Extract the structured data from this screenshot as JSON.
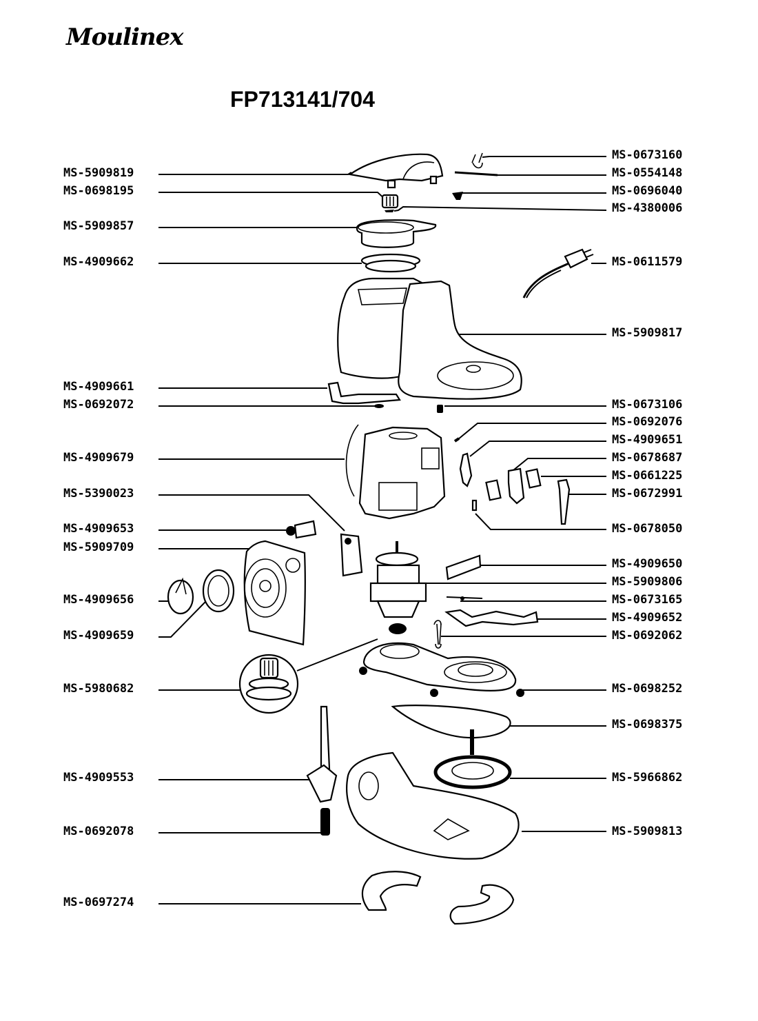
{
  "header": {
    "brand": "Moulinex",
    "model": "FP713141/704"
  },
  "parts_left": [
    {
      "id": "MS-5909819"
    },
    {
      "id": "MS-0698195"
    },
    {
      "id": "MS-5909857"
    },
    {
      "id": "MS-4909662"
    },
    {
      "id": "MS-4909661"
    },
    {
      "id": "MS-0692072"
    },
    {
      "id": "MS-4909679"
    },
    {
      "id": "MS-5390023"
    },
    {
      "id": "MS-4909653"
    },
    {
      "id": "MS-5909709"
    },
    {
      "id": "MS-4909656"
    },
    {
      "id": "MS-4909659"
    },
    {
      "id": "MS-5980682"
    },
    {
      "id": "MS-4909553"
    },
    {
      "id": "MS-0692078"
    },
    {
      "id": "MS-0697274"
    }
  ],
  "parts_right": [
    {
      "id": "MS-0673160"
    },
    {
      "id": "MS-0554148"
    },
    {
      "id": "MS-0696040"
    },
    {
      "id": "MS-4380006"
    },
    {
      "id": "MS-0611579"
    },
    {
      "id": "MS-5909817"
    },
    {
      "id": "MS-0673106"
    },
    {
      "id": "MS-0692076"
    },
    {
      "id": "MS-4909651"
    },
    {
      "id": "MS-0678687"
    },
    {
      "id": "MS-0661225"
    },
    {
      "id": "MS-0672991"
    },
    {
      "id": "MS-0678050"
    },
    {
      "id": "MS-4909650"
    },
    {
      "id": "MS-5909806"
    },
    {
      "id": "MS-0673165"
    },
    {
      "id": "MS-4909652"
    },
    {
      "id": "MS-0692062"
    },
    {
      "id": "MS-0698252"
    },
    {
      "id": "MS-0698375"
    },
    {
      "id": "MS-5966862"
    },
    {
      "id": "MS-5909813"
    }
  ]
}
